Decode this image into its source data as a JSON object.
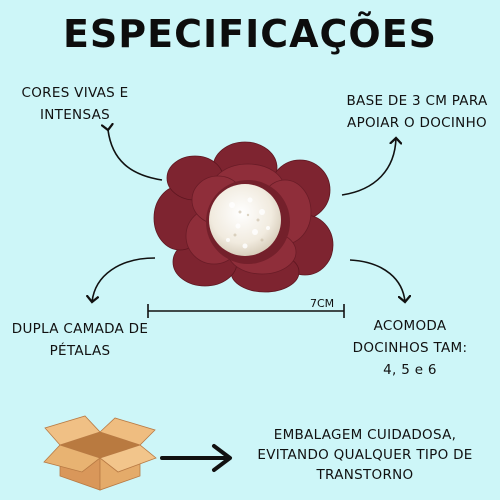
{
  "title": "ESPECIFICAÇÕES",
  "features": {
    "top_left": "CORES VIVAS E INTENSAS",
    "top_right": "BASE DE 3 CM PARA APOIAR O DOCINHO",
    "bottom_left": "DUPLA CAMADA DE PÉTALAS",
    "bottom_right": "ACOMODA DOCINHOS TAM: 4, 5 e 6"
  },
  "measurement": "7CM",
  "packaging": {
    "text": "EMBALAGEM CUIDADOSA, EVITANDO QUALQUER TIPO DE TRANSTORNO"
  },
  "icons": [
    "flower-wrapper-icon",
    "box-icon",
    "right-arrow-icon",
    "curved-arrow-icon"
  ],
  "colors": {
    "background": "#cdf6f8",
    "petal": "#8a2a35",
    "petal_dark": "#6d1d27",
    "sweet": "#f3efe6",
    "box": "#e4ab6a"
  }
}
